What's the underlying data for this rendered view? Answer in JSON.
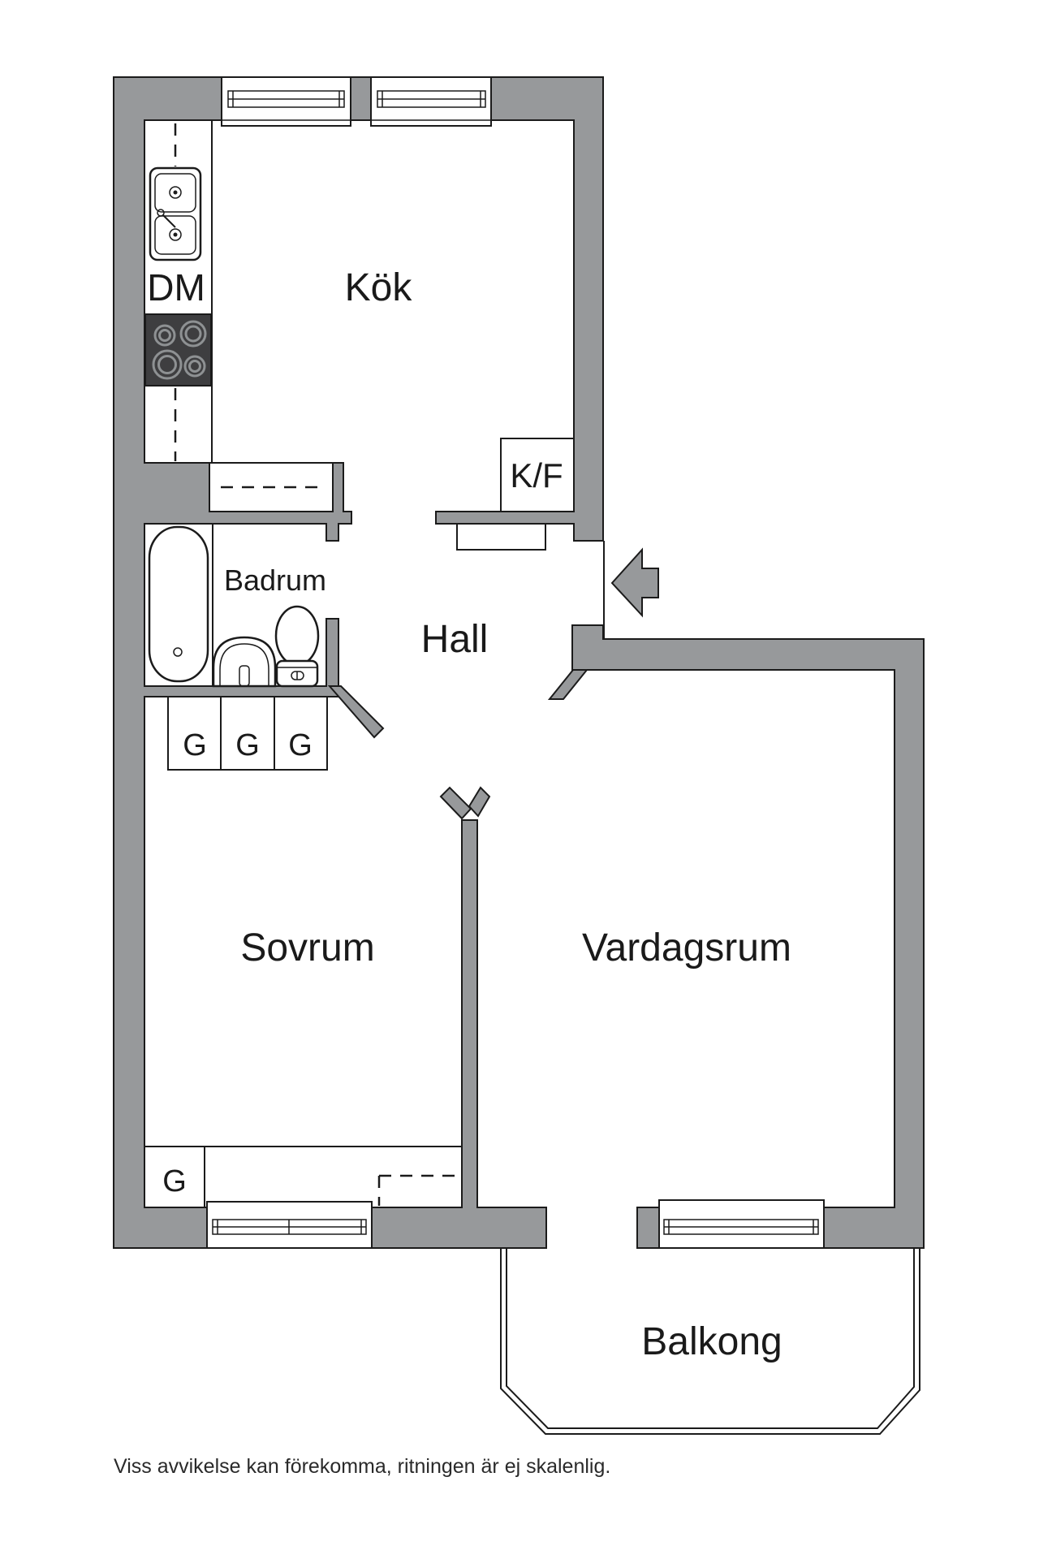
{
  "floorplan": {
    "rooms": {
      "kitchen": "Kök",
      "hall": "Hall",
      "bathroom": "Badrum",
      "bedroom": "Sovrum",
      "living_room": "Vardagsrum",
      "balcony": "Balkong"
    },
    "appliances": {
      "dishwasher": "DM",
      "fridge_freezer": "K/F"
    },
    "closets": {
      "hall": [
        "G",
        "G",
        "G"
      ],
      "bedroom": "G"
    },
    "disclaimer": "Viss avvikelse kan förekomma, ritningen är ej skalenlig.",
    "colors": {
      "wall": "#97999b",
      "outline": "#1b1b1b",
      "stove": "#3e3e40",
      "burner": "#8e9193",
      "text": "#1a1a1a",
      "background": "#ffffff"
    }
  }
}
